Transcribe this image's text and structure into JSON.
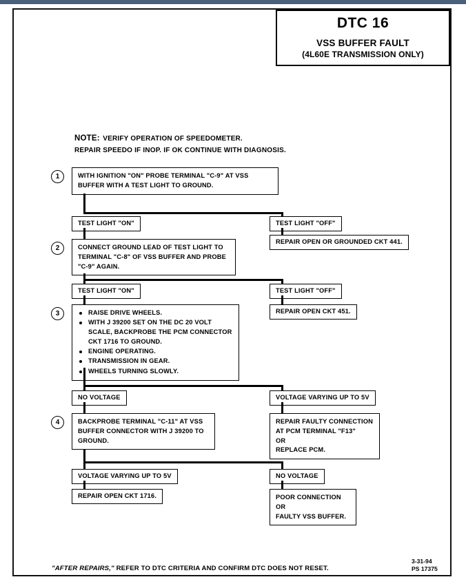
{
  "title": {
    "dtc": "DTC 16",
    "fault": "VSS BUFFER FAULT",
    "transmission": "(4L60E TRANSMISSION ONLY)"
  },
  "note": {
    "lead": "NOTE:",
    "line1": "VERIFY OPERATION OF SPEEDOMETER.",
    "line2": "REPAIR SPEEDO IF INOP.  IF OK CONTINUE WITH DIAGNOSIS."
  },
  "steps": {
    "one": {
      "number": "1",
      "line1": "WITH IGNITION \"ON\" PROBE TERMINAL \"C-9\" AT VSS",
      "line2": "BUFFER WITH A TEST LIGHT TO GROUND."
    },
    "two": {
      "number": "2",
      "line1": "CONNECT GROUND LEAD OF TEST LIGHT TO",
      "line2": "TERMINAL \"C-8\" OF VSS BUFFER AND PROBE",
      "line3": "\"C-9\" AGAIN."
    },
    "three": {
      "number": "3",
      "bullets": [
        "RAISE DRIVE WHEELS.",
        "WITH J 39200 SET ON THE DC 20 VOLT SCALE, BACKPROBE THE PCM CONNECTOR CKT 1716 TO GROUND.",
        "ENGINE OPERATING.",
        "TRANSMISSION IN GEAR.",
        "WHEELS TURNING SLOWLY."
      ]
    },
    "four": {
      "number": "4",
      "line1": "BACKPROBE TERMINAL \"C-11\" AT VSS",
      "line2": "BUFFER CONNECTOR WITH J 39200 TO",
      "line3": "GROUND."
    }
  },
  "branches": {
    "test_light_on_1": "TEST LIGHT \"ON\"",
    "test_light_off_1": "TEST LIGHT \"OFF\"",
    "test_light_on_2": "TEST LIGHT \"ON\"",
    "test_light_off_2": "TEST LIGHT \"OFF\"",
    "no_voltage_1": "NO VOLTAGE",
    "voltage_varying_1": "VOLTAGE VARYING UP TO 5V",
    "voltage_varying_2": "VOLTAGE VARYING UP TO 5V",
    "no_voltage_2": "NO VOLTAGE"
  },
  "outcomes": {
    "repair_441": "REPAIR OPEN OR GROUNDED CKT 441.",
    "repair_451": "REPAIR OPEN CKT 451.",
    "repair_pcm": {
      "line1": "REPAIR FAULTY CONNECTION",
      "line2": "AT PCM TERMINAL \"F13\"",
      "line3": "OR",
      "line4": "REPLACE PCM."
    },
    "repair_1716": "REPAIR OPEN CKT 1716.",
    "poor_connection": {
      "line1": "POOR CONNECTION",
      "line2": "OR",
      "line3": "FAULTY VSS BUFFER."
    }
  },
  "footer": {
    "quoted": "\"AFTER REPAIRS,\"",
    "rest": " REFER TO DTC CRITERIA AND CONFIRM DTC DOES NOT RESET.",
    "date": "3-31-94",
    "code": "PS 17375"
  },
  "colors": {
    "ink": "#000000",
    "paper": "#ffffff",
    "top_band": "#4a5f7a"
  }
}
